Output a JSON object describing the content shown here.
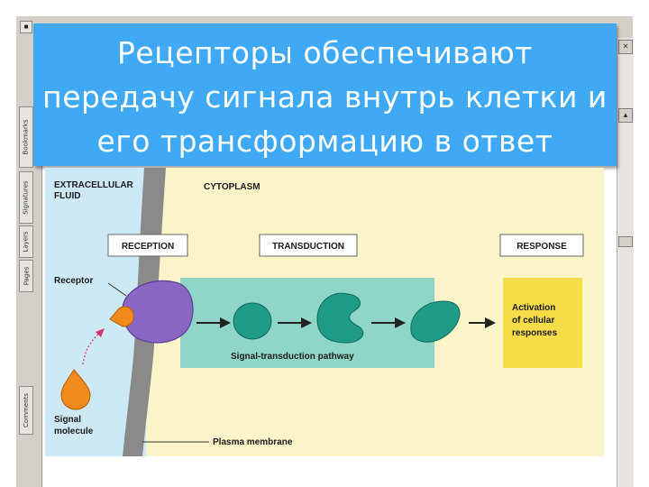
{
  "slide": {
    "title": "Рецепторы обеспечивают передачу сигнала внутрь клетки и его  трансформацию в ответ"
  },
  "viewer": {
    "side_tabs": [
      "Bookmarks",
      "Signatures",
      "Layers",
      "Pages",
      "Comments"
    ]
  },
  "diagram": {
    "extracellular": [
      "EXTRACELLULAR",
      "FLUID"
    ],
    "cytoplasm": "CYTOPLASM",
    "reception": "RECEPTION",
    "transduction": "TRANSDUCTION",
    "response": "RESPONSE",
    "receptor": "Receptor",
    "pathway": "Signal-transduction pathway",
    "response_box": [
      "Activation",
      "of cellular",
      "responses"
    ],
    "signal": [
      "Signal",
      "molecule"
    ],
    "membrane": "Plasma membrane",
    "colors": {
      "extracellular_bg": "#cde9f6",
      "cytoplasm_bg": "#fbf4c8",
      "membrane": "#8a8a8a",
      "pathway_bg": "#8fd6c8",
      "response_bg": "#f7dc4a",
      "receptor": "#8a67c4",
      "signal": "#f08a1c",
      "proteins": "#1f9a86",
      "title_bg": "#3fa9f5"
    }
  }
}
